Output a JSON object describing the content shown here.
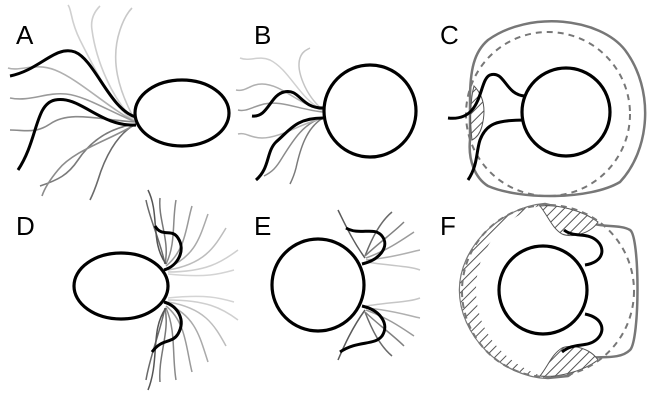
{
  "panels": [
    {
      "label": "A"
    },
    {
      "label": "B"
    },
    {
      "label": "C"
    },
    {
      "label": "D"
    },
    {
      "label": "E"
    },
    {
      "label": "F"
    }
  ],
  "colors": {
    "cell": "#000000",
    "flagella_trace_light": "#cfcfcf",
    "flagella_trace_mid": "#9a9a9a",
    "flagella_trace_dark": "#6a6a6a",
    "envelope": "#777777",
    "hatch": "#555555"
  }
}
